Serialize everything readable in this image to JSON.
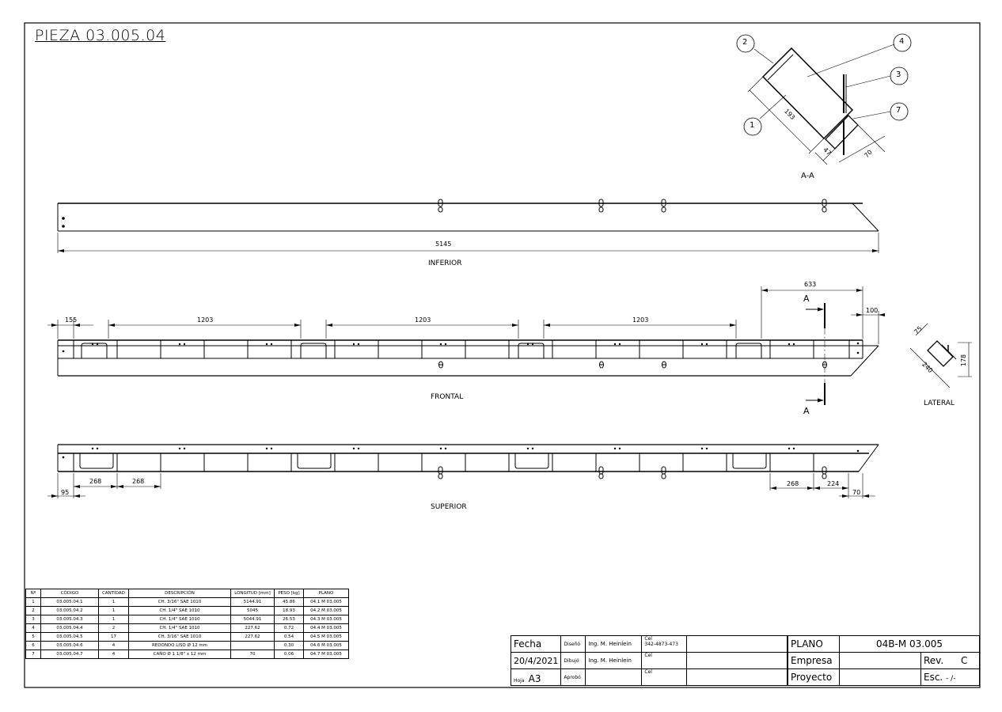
{
  "drawing": {
    "title": "PIEZA 03.005.04",
    "views": {
      "section_label": "A-A",
      "inferior": "INFERIOR",
      "frontal": "FRONTAL",
      "superior": "SUPERIOR",
      "lateral": "LATERAL",
      "cut_marker": "A"
    },
    "balloons": [
      "2",
      "4",
      "3",
      "7",
      "1"
    ],
    "dimensions": {
      "inferior_length": "5145",
      "frontal_left": "155",
      "frontal_span_1": "1203",
      "frontal_span_2": "1203",
      "frontal_span_3": "1203",
      "frontal_right": "633",
      "frontal_end": "100",
      "superior_95": "95",
      "superior_268a": "268",
      "superior_268b": "268",
      "superior_268c": "268",
      "superior_224": "224",
      "superior_70": "70",
      "section_193": "193",
      "section_47": "47",
      "section_70": "70",
      "lateral_75": "75",
      "lateral_240": "240",
      "lateral_178": "178"
    }
  },
  "bom": {
    "headers": [
      "Nº",
      "CÓDIGO",
      "CANTIDAD",
      "DESCRIPCIÓN",
      "LONGITUD [mm]",
      "PESO [kg]",
      "PLANO"
    ],
    "rows": [
      [
        "1",
        "03.005.04.1",
        "1",
        "CH. 3/16\"  SAE 1010",
        "5144.91",
        "45.86",
        "04.1 M 03.005"
      ],
      [
        "2",
        "03.005.04.2",
        "1",
        "CH. 1/4\"  SAE 1010",
        "5045",
        "18.93",
        "04.2 M 03.005"
      ],
      [
        "3",
        "03.005.04.3",
        "1",
        "CH. 1/4\"  SAE 1010",
        "5044.91",
        "26.53",
        "04.3 M 03.005"
      ],
      [
        "4",
        "03.005.04.4",
        "2",
        "CH. 1/4\"  SAE 1010",
        "227.62",
        "0.72",
        "04.4 M 03.005"
      ],
      [
        "5",
        "03.005.04.5",
        "17",
        "CH. 3/16\"  SAE 1010",
        "227.62",
        "0.54",
        "04.5 M 03.005"
      ],
      [
        "6",
        "03.005.04.6",
        "4",
        "REDONDO LISO Ø 12 mm",
        "",
        "0.30",
        "04.6 M 03.005"
      ],
      [
        "7",
        "03.005.04.7",
        "4",
        "CAÑO Ø 1 1/8\" x 12 mm",
        "70",
        "0.06",
        "04.7 M 03.005"
      ]
    ]
  },
  "titleblock": {
    "fecha_label": "Fecha",
    "fecha_value": "20/4/2021",
    "hoja_label": "Hoja",
    "hoja_value": "A3",
    "diseno_label": "Diseñó",
    "diseno_name": "Ing. M. Heinlein",
    "dibujo_label": "Dibujó",
    "dibujo_name": "Ing. M. Heinlein",
    "aprobo_label": "Aprobó",
    "cel_label": "Cel",
    "cel_value": "342-4873-473",
    "plano_label": "PLANO",
    "plano_value": "04B-M 03.005",
    "empresa_label": "Empresa",
    "proyecto_label": "Proyecto",
    "rev_label": "Rev.",
    "rev_value": "C",
    "esc_label": "Esc.",
    "esc_value": "-  /-"
  }
}
